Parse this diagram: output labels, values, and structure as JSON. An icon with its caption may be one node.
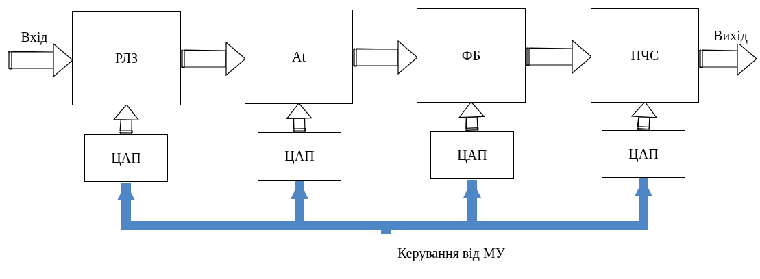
{
  "diagram": {
    "nodes": [
      {
        "text": [
          "РЛЗ"
        ]
      },
      {
        "text": [
          "At"
        ]
      },
      {
        "text": [
          "ФБ"
        ]
      },
      {
        "text": [
          "ПЧС"
        ]
      },
      {
        "text": [
          "ЦАП"
        ]
      },
      {
        "text": [
          "ЦАП"
        ]
      },
      {
        "text": [
          "ЦАП"
        ]
      },
      {
        "text": [
          "ЦАП"
        ]
      },
      {
        "text": [
          "Керування від МУ"
        ]
      }
    ],
    "edges": [
      {
        "from": null,
        "to": 0,
        "arrow": "to",
        "label": "Вхід"
      },
      {
        "from": 0,
        "to": 1,
        "arrow": "to"
      },
      {
        "from": 1,
        "to": 2,
        "arrow": "to"
      },
      {
        "from": 2,
        "to": 3,
        "arrow": "to"
      },
      {
        "from": 3,
        "to": null,
        "arrow": "to",
        "label": "Вихід"
      },
      {
        "from": 4,
        "to": 0,
        "arrow": "to"
      },
      {
        "from": 5,
        "to": 1,
        "arrow": "to"
      },
      {
        "from": 6,
        "to": 2,
        "arrow": "to"
      },
      {
        "from": 7,
        "to": 3,
        "arrow": "to"
      },
      {
        "from": 8,
        "to": 4,
        "arrow": "to",
        "style": "thick",
        "color": "#4f86c6"
      },
      {
        "from": 8,
        "to": 5,
        "arrow": "to",
        "style": "thick",
        "color": "#4f86c6"
      },
      {
        "from": 8,
        "to": 6,
        "arrow": "to",
        "style": "thick",
        "color": "#4f86c6"
      },
      {
        "from": 8,
        "to": 7,
        "arrow": "to",
        "style": "thick",
        "color": "#4f86c6"
      }
    ]
  }
}
